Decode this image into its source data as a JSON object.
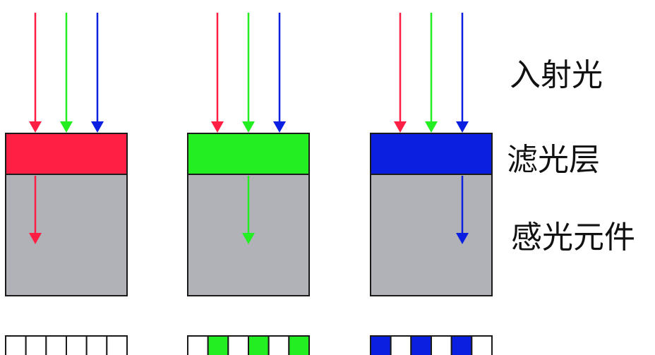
{
  "labels": {
    "incident_light": "入射光",
    "filter_layer": "滤光层",
    "sensor_element": "感光元件"
  },
  "colors": {
    "red": "#ff1f44",
    "green": "#22ee22",
    "blue": "#0a1fe0",
    "sensor_gray": "#b1b2b8",
    "outline": "#1a1a1a"
  },
  "channels": [
    {
      "name": "red",
      "passed": "red",
      "pattern": [
        0,
        0,
        0,
        0,
        0,
        0
      ]
    },
    {
      "name": "green",
      "passed": "green",
      "pattern": [
        0,
        1,
        0,
        1,
        0,
        1
      ]
    },
    {
      "name": "blue",
      "passed": "blue",
      "pattern": [
        1,
        0,
        1,
        0,
        1,
        0
      ]
    }
  ]
}
